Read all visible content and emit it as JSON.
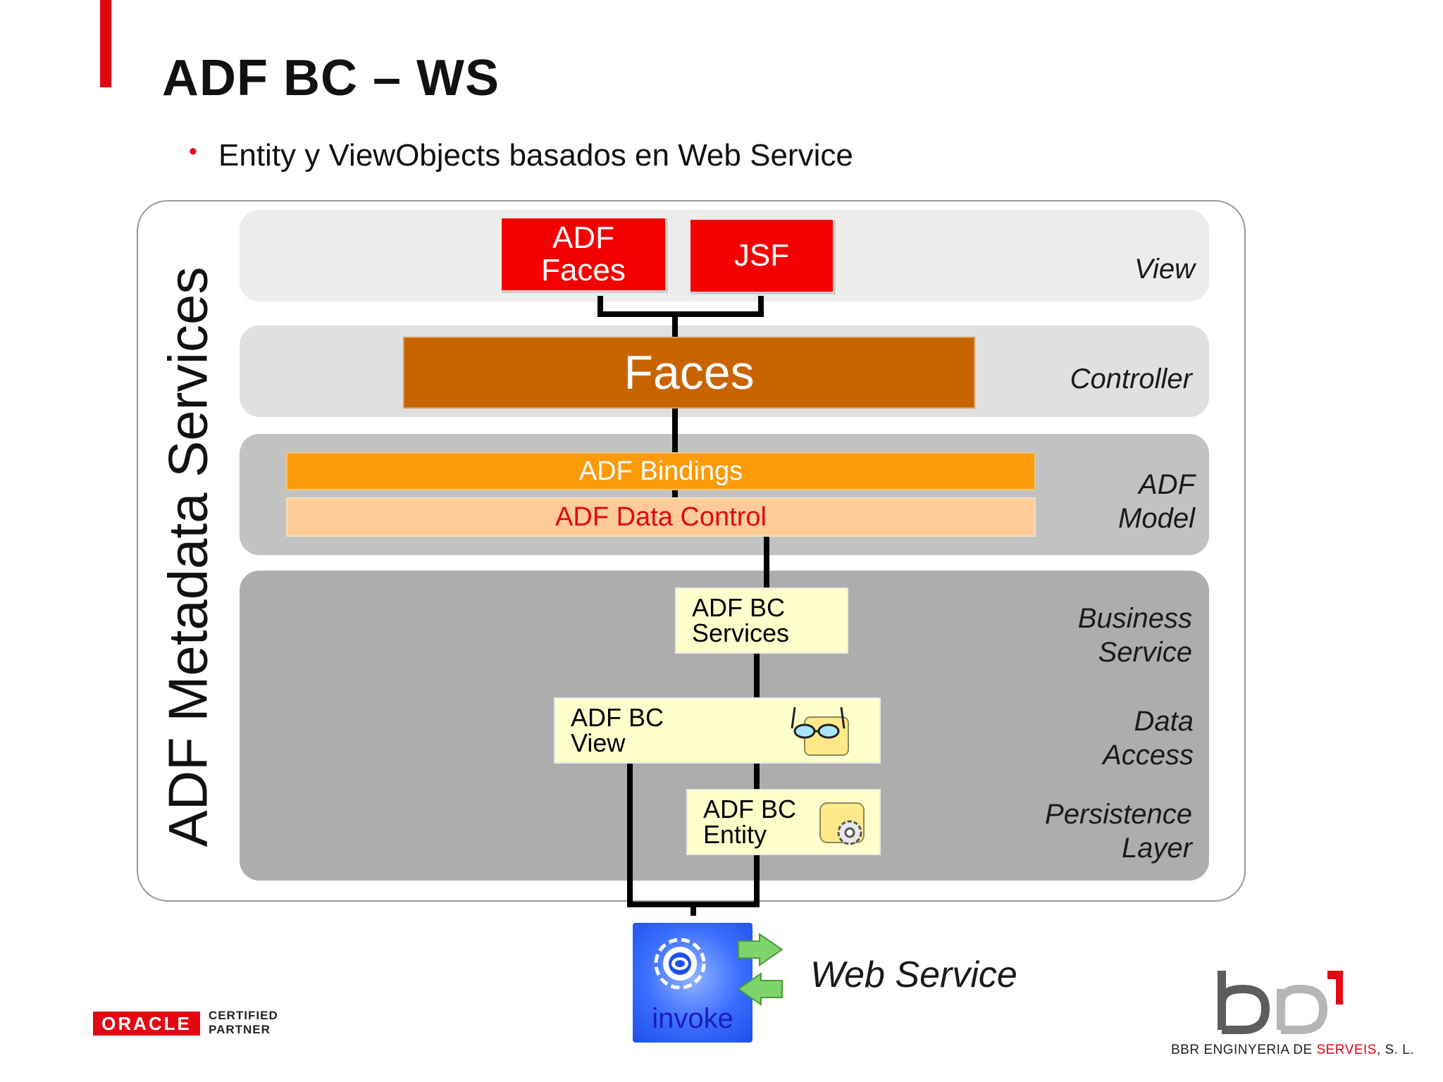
{
  "slide": {
    "title": "ADF BC – WS",
    "bullet": "Entity y ViewObjects basados en Web Service"
  },
  "diagram": {
    "side_label": "ADF Metadata Services",
    "layers": {
      "view": "View",
      "controller": "Controller",
      "model_line1": "ADF",
      "model_line2": "Model",
      "business_line1": "Business",
      "business_line2": "Service",
      "data_line1": "Data",
      "data_line2": "Access",
      "persistence_line1": "Persistence",
      "persistence_line2": "Layer"
    },
    "boxes": {
      "adf_faces_line1": "ADF",
      "adf_faces_line2": "Faces",
      "jsf": "JSF",
      "faces": "Faces",
      "adf_bindings": "ADF Bindings",
      "adf_data_control": "ADF Data Control",
      "bc_services_line1": "ADF BC",
      "bc_services_line2": "Services",
      "bc_view_line1": "ADF BC",
      "bc_view_line2": "View",
      "bc_entity_line1": "ADF BC",
      "bc_entity_line2": "Entity"
    },
    "invoke_label": "invoke",
    "web_service_label": "Web Service"
  },
  "footer": {
    "oracle_logo": "ORACLE",
    "oracle_sub_line1": "CERTIFIED",
    "oracle_sub_line2": "PARTNER",
    "bbr_name_part1": "BBR ENGINYERIA DE ",
    "bbr_name_highlight": "SERVEIS",
    "bbr_name_part2": ", S. L."
  },
  "colors": {
    "accent_red": "#e30613",
    "box_red": "#f40000",
    "faces_orange": "#c86400",
    "bindings_orange": "#fc9a0a",
    "data_control_peach": "#ffcc99",
    "bc_yellow": "#ffffcc",
    "invoke_blue": "#2a5cf0",
    "arrow_green": "#7ed36a"
  }
}
